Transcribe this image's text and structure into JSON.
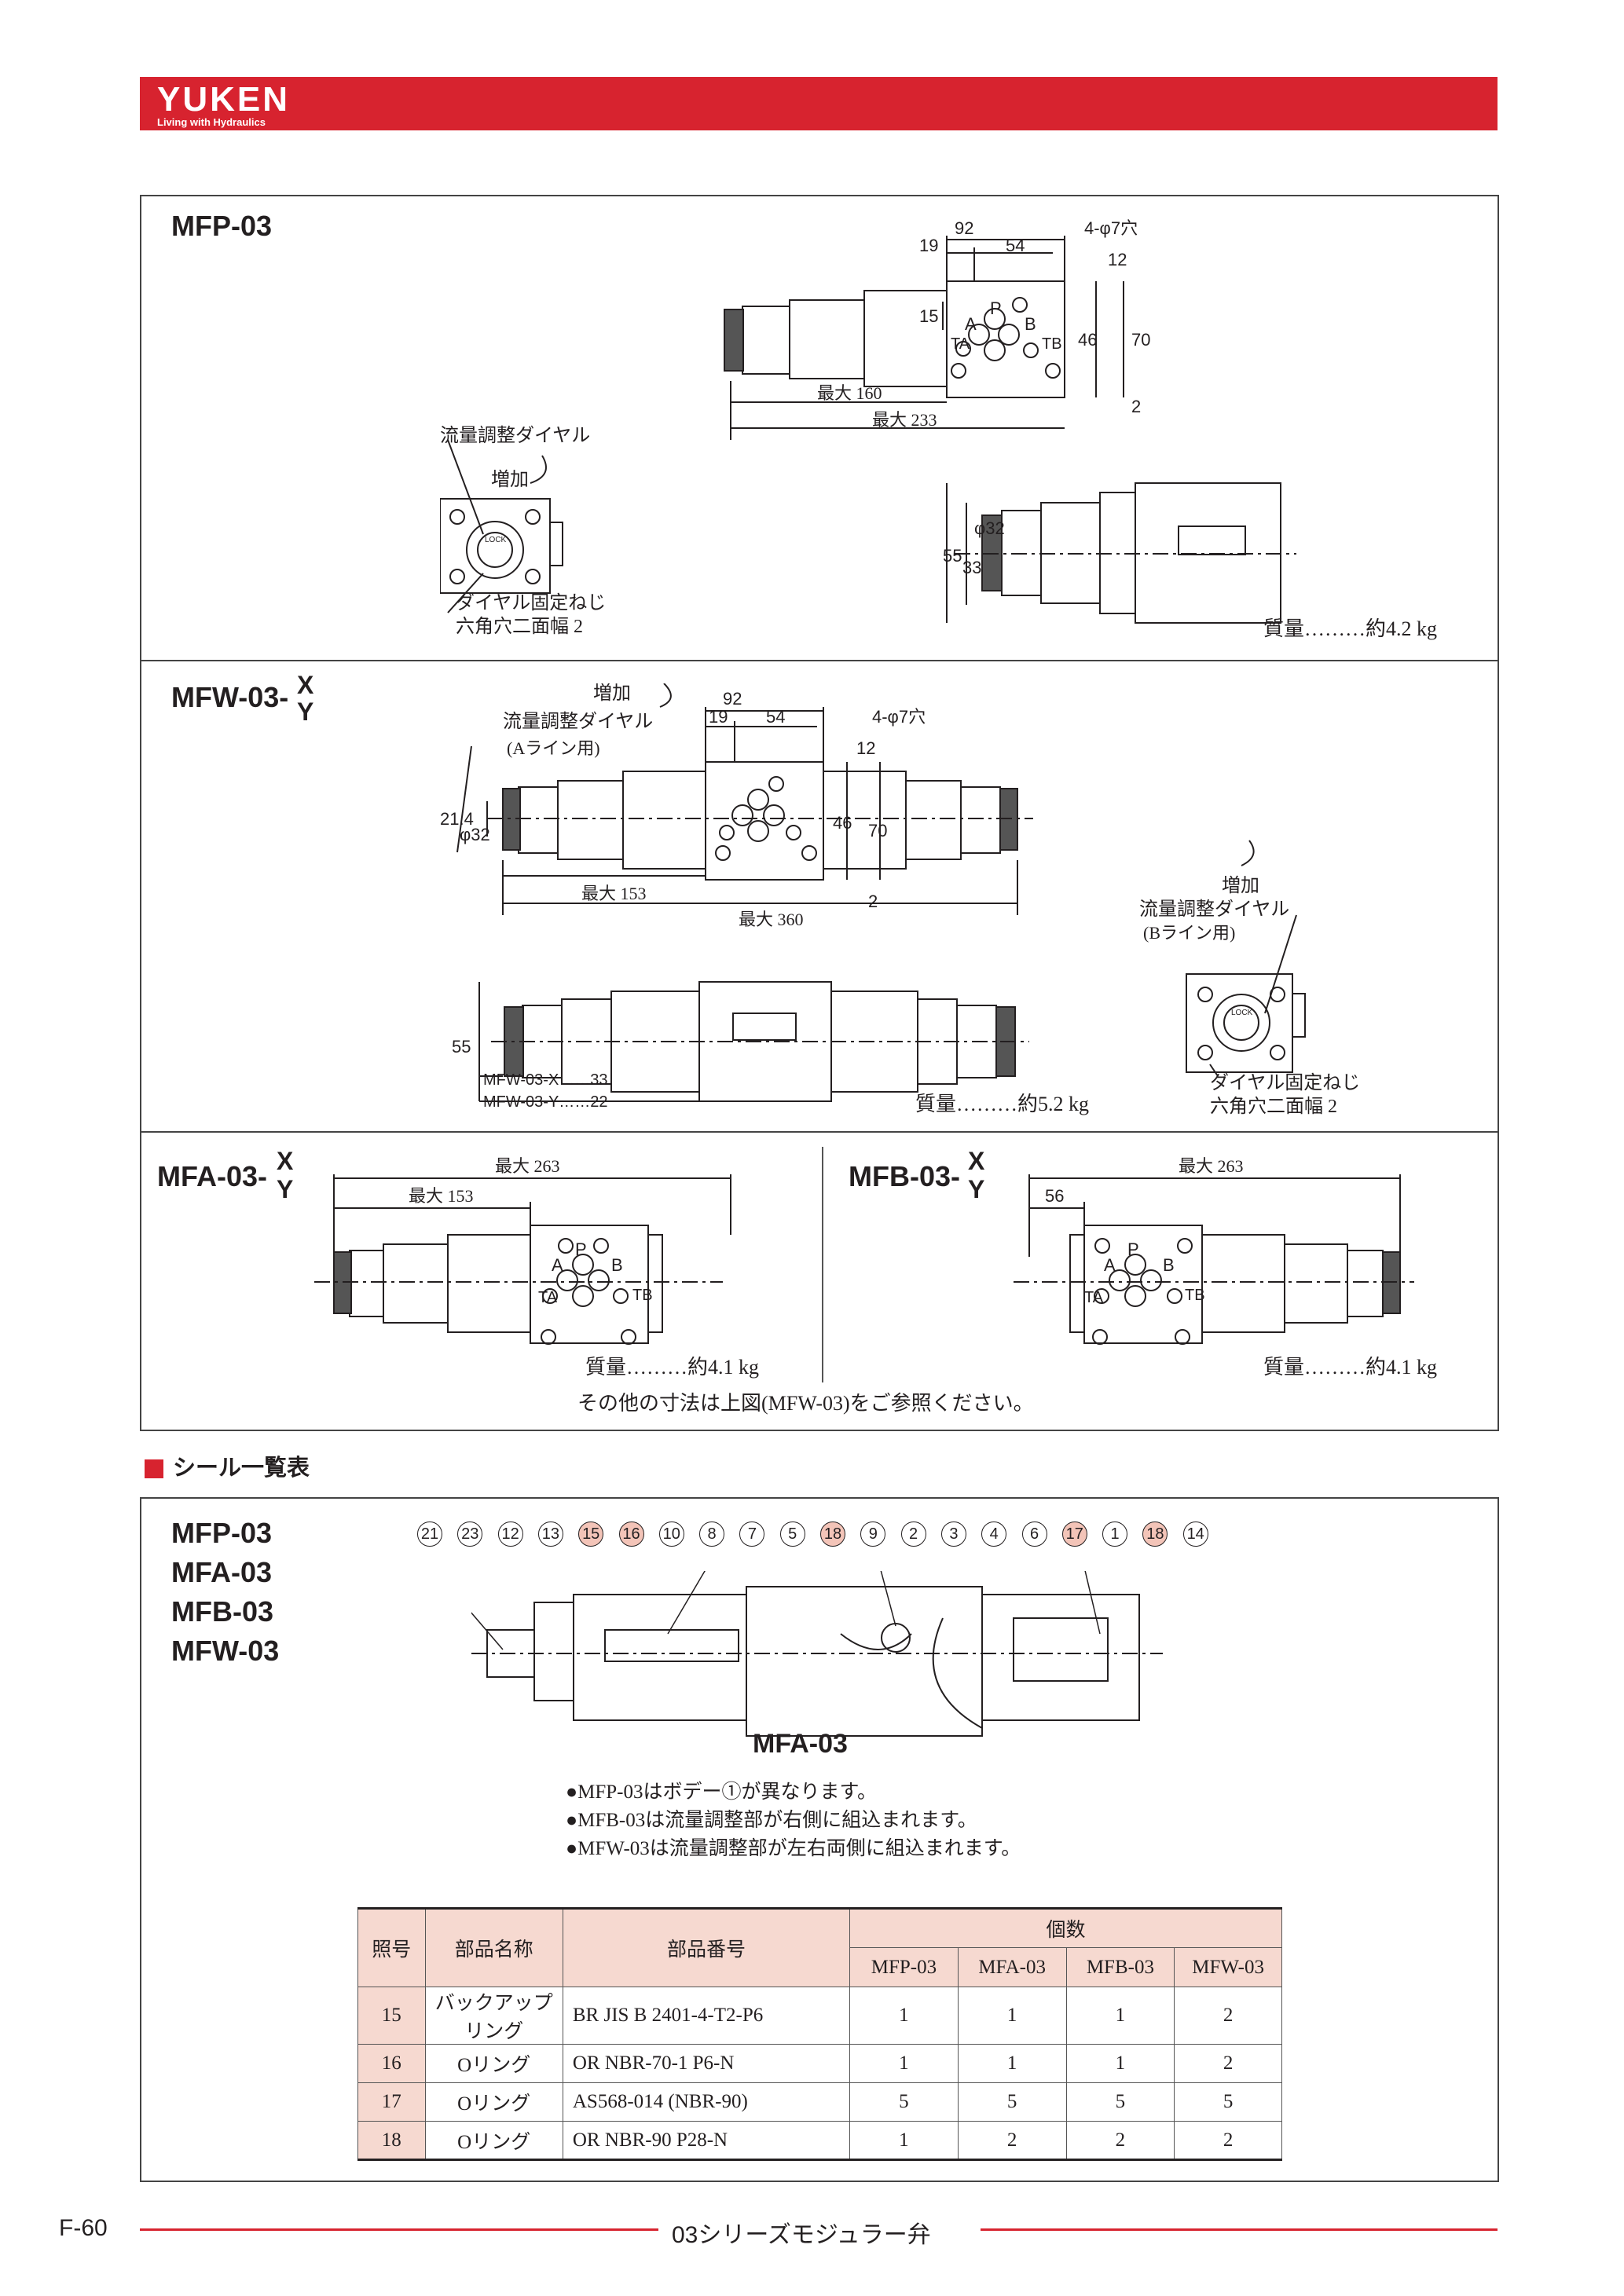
{
  "header": {
    "logo": "YUKEN",
    "tagline": "Living with Hydraulics"
  },
  "mfp": {
    "title": "MFP-03",
    "dims": {
      "d92": "92",
      "d19": "19",
      "d54": "54",
      "holes": "4-φ7穴",
      "d12": "12",
      "d15": "15",
      "d46": "46",
      "d70": "70",
      "d2": "2",
      "max160": "最大 160",
      "max233": "最大 233",
      "d55": "55",
      "d33": "33",
      "phi32": "φ32"
    },
    "ports": {
      "p": "P",
      "a": "A",
      "b": "B",
      "ta": "TA",
      "tb": "TB"
    },
    "labels": {
      "dial": "流量調整ダイヤル",
      "increase": "増加",
      "lock_screw": "ダイヤル固定ねじ",
      "hex": "六角穴二面幅 2",
      "lock": "LOCK"
    },
    "mass": "質量………約4.2 kg"
  },
  "mfw": {
    "title": "MFW-03-",
    "x": "X",
    "y": "Y",
    "dims": {
      "d92": "92",
      "d19": "19",
      "d54": "54",
      "holes": "4-φ7穴",
      "d12": "12",
      "d21": "21.4",
      "phi32": "φ32",
      "d46": "46",
      "d70": "70",
      "d2": "2",
      "max153": "最大 153",
      "max360": "最大 360",
      "d55": "55"
    },
    "labels": {
      "increase_a": "増加",
      "dial_a": "流量調整ダイヤル",
      "aline": "(Aライン用)",
      "increase_b": "増加",
      "dial_b": "流量調整ダイヤル",
      "bline": "(Bライン用)",
      "lock_screw": "ダイヤル固定ねじ",
      "hex": "六角穴二面幅 2",
      "lock": "LOCK"
    },
    "variants": [
      "MFW-03-X……33",
      "MFW-03-Y……22"
    ],
    "mass": "質量………約5.2 kg"
  },
  "mfa": {
    "title": "MFA-03-",
    "x": "X",
    "y": "Y",
    "dims": {
      "max263": "最大 263",
      "max153": "最大 153"
    },
    "mass": "質量………約4.1 kg"
  },
  "mfb": {
    "title": "MFB-03-",
    "x": "X",
    "y": "Y",
    "dims": {
      "max263": "最大 263",
      "d56": "56"
    },
    "mass": "質量………約4.1 kg"
  },
  "other_dims_note": "その他の寸法は上図(MFW-03)をご参照ください。",
  "seal": {
    "heading": "シール一覧表",
    "models": [
      "MFP-03",
      "MFA-03",
      "MFB-03",
      "MFW-03"
    ],
    "callouts": [
      "21",
      "23",
      "12",
      "13",
      "15",
      "16",
      "10",
      "8",
      "7",
      "5",
      "18",
      "9",
      "2",
      "3",
      "4",
      "6",
      "17",
      "1",
      "18",
      "14"
    ],
    "highlighted": [
      4,
      5,
      10,
      16,
      18
    ],
    "drawing_title": "MFA-03",
    "notes": [
      "●MFP-03はボデー①が異なります。",
      "●MFB-03は流量調整部が右側に組込まれます。",
      "●MFW-03は流量調整部が左右両側に組込まれます。"
    ],
    "table": {
      "headers": {
        "no": "照号",
        "name": "部品名称",
        "part": "部品番号",
        "qty": "個数",
        "cols": [
          "MFP-03",
          "MFA-03",
          "MFB-03",
          "MFW-03"
        ]
      },
      "rows": [
        {
          "no": "15",
          "name": "バックアップリング",
          "part": "BR JIS B 2401-4-T2-P6",
          "q": [
            "1",
            "1",
            "1",
            "2"
          ]
        },
        {
          "no": "16",
          "name": "Oリング",
          "part": "OR NBR-70-1 P6-N",
          "q": [
            "1",
            "1",
            "1",
            "2"
          ]
        },
        {
          "no": "17",
          "name": "Oリング",
          "part": "AS568-014 (NBR-90)",
          "q": [
            "5",
            "5",
            "5",
            "5"
          ]
        },
        {
          "no": "18",
          "name": "Oリング",
          "part": "OR NBR-90 P28-N",
          "q": [
            "1",
            "2",
            "2",
            "2"
          ]
        }
      ]
    }
  },
  "footer": {
    "page": "F-60",
    "title": "03シリーズモジュラー弁"
  }
}
